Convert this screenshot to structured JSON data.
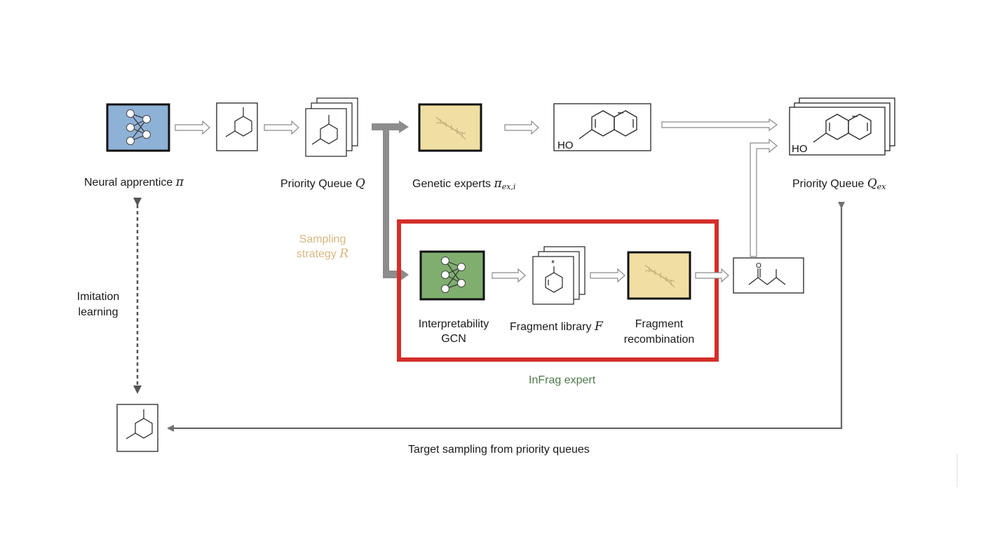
{
  "nodes": {
    "neural_apprentice": {
      "label": "Neural apprentice",
      "symbol": "π"
    },
    "priority_queue_q": {
      "label": "Priority Queue",
      "symbol": "Q"
    },
    "genetic_experts": {
      "label": "Genetic experts",
      "symbol": "π",
      "subscript": "ex,i"
    },
    "priority_queue_qex": {
      "label": "Priority Queue",
      "symbol": "Q",
      "subscript": "ex"
    },
    "interpretability_gcn": {
      "line1": "Interpretability",
      "line2": "GCN"
    },
    "fragment_library": {
      "label": "Fragment library",
      "symbol": "F"
    },
    "fragment_recombination": {
      "line1": "Fragment",
      "line2": "recombination"
    }
  },
  "molecule_text": {
    "ho_left": "HO",
    "ho_right": "HO",
    "carbonyl_o": "O",
    "attach_star": "*"
  },
  "annotations": {
    "sampling_strategy_line1": "Sampling",
    "sampling_strategy_line2": "strategy",
    "sampling_strategy_symbol": "R",
    "imitation_line1": "Imitation",
    "imitation_line2": "learning",
    "infrag_expert": "InFrag expert",
    "target_sampling": "Target sampling from priority queues"
  },
  "colors": {
    "network_blue": "#8eb1d6",
    "network_green": "#7fae6e",
    "dna_yellow": "#f0dfa2",
    "highlight_red": "#d42f2b",
    "sampling_orange": "#d9b77f",
    "infrag_green": "#4f7a4a",
    "arrow_gray": "#7f7f7f"
  }
}
